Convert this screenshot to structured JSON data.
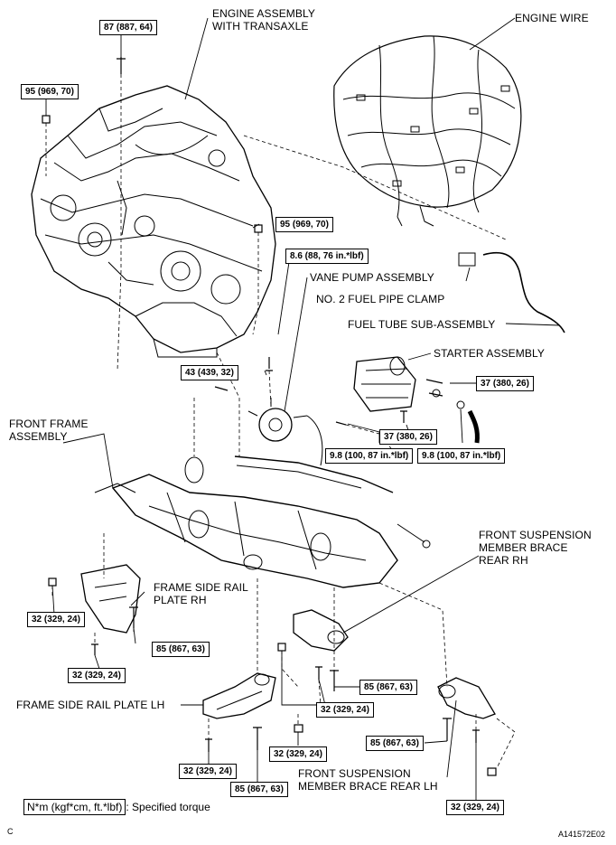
{
  "labels": {
    "engine_assembly": [
      "ENGINE ASSEMBLY",
      "WITH TRANSAXLE"
    ],
    "engine_wire": "ENGINE WIRE",
    "vane_pump": "VANE PUMP ASSEMBLY",
    "fuel_pipe_clamp": "NO. 2 FUEL PIPE CLAMP",
    "fuel_tube": "FUEL TUBE SUB-ASSEMBLY",
    "starter": "STARTER ASSEMBLY",
    "front_frame": [
      "FRONT FRAME",
      "ASSEMBLY"
    ],
    "brace_rear_rh": [
      "FRONT SUSPENSION",
      "MEMBER BRACE",
      "REAR RH"
    ],
    "side_rail_rh": [
      "FRAME SIDE RAIL",
      "PLATE RH"
    ],
    "side_rail_lh": "FRAME SIDE RAIL PLATE LH",
    "brace_rear_lh": [
      "FRONT SUSPENSION",
      "MEMBER BRACE REAR LH"
    ]
  },
  "torques": {
    "t87": "87 (887, 64)",
    "t95a": "95 (969, 70)",
    "t95b": "95 (969, 70)",
    "t86": "8.6 (88, 76 in.*lbf)",
    "t43": "43 (439, 32)",
    "t37a": "37 (380, 26)",
    "t37b": "37 (380, 26)",
    "t98a": "9.8 (100, 87 in.*lbf)",
    "t98b": "9.8 (100, 87 in.*lbf)",
    "t32a": "32 (329, 24)",
    "t32b": "32 (329, 24)",
    "t85a": "85 (867, 63)",
    "t85b": "85 (867, 63)",
    "t32c": "32 (329, 24)",
    "t32d": "32 (329, 24)",
    "t85c": "85 (867, 63)",
    "t32e": "32 (329, 24)",
    "t85d": "85 (867, 63)",
    "t32f": "32 (329, 24)"
  },
  "legend": {
    "unit": "N*m (kgf*cm, ft.*lbf)",
    "text": ": Specified torque"
  },
  "corner_left": "C",
  "corner_right": "A141572E02"
}
